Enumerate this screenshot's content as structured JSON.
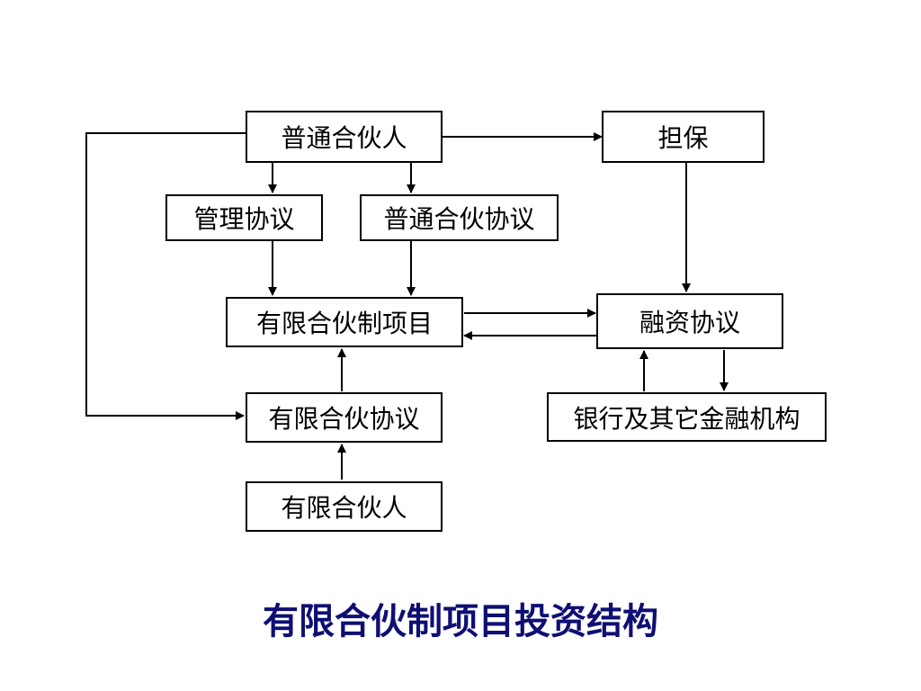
{
  "nodes": {
    "general_partner": "普通合伙人",
    "guarantee": "担保",
    "management_agreement": "管理协议",
    "general_partnership_agreement": "普通合伙协议",
    "lp_project": "有限合伙制项目",
    "financing_agreement": "融资协议",
    "lp_agreement": "有限合伙协议",
    "banks": "银行及其它金融机构",
    "limited_partner": "有限合伙人"
  },
  "title": "有限合伙制项目投资结构",
  "colors": {
    "title": "#0e0e73",
    "line": "#000000",
    "box_border": "#000000"
  }
}
